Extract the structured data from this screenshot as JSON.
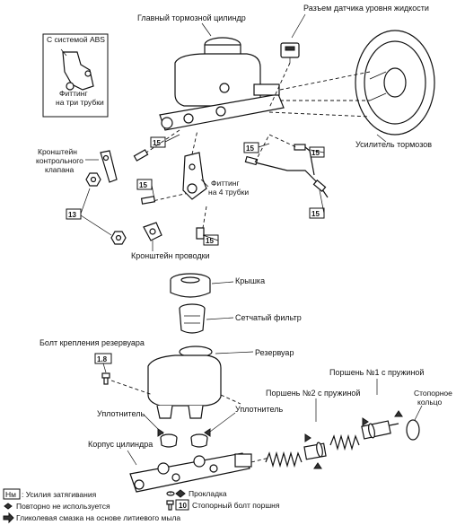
{
  "labels": {
    "master_cylinder": "Главный тормозной цилиндр",
    "fluid_sensor_connector": "Разъем датчика уровня жидкости",
    "abs_system": "С системой ABS",
    "three_pipe_fitting": "Фиттинг\nна три трубки",
    "brake_booster": "Усилитель тормозов",
    "control_valve_bracket": "Кронштейн\nконтрольного\nклапана",
    "four_pipe_fitting": "Фиттинг\nна 4 трубки",
    "wiring_bracket": "Кронштейн проводки",
    "cap": "Крышка",
    "strainer": "Сетчатый фильтр",
    "reservoir_bolt": "Болт крепления резервуара",
    "reservoir": "Резервуар",
    "piston1": "Поршень №1 с пружиной",
    "piston2": "Поршень №2 с пружиной",
    "snap_ring": "Стопорное\nкольцо",
    "seal_left": "Уплотнитель",
    "seal_right": "Уплотнитель",
    "cylinder_body": "Корпус цилиндра",
    "gasket": "Прокладка",
    "piston_stop_bolt": "Стопорный болт поршня"
  },
  "torques": {
    "t1": "15",
    "t2": "15",
    "t3": "15",
    "t4": "13",
    "t5": "15",
    "t6": "15",
    "t7": "15",
    "reservoir_bolt": "1.8",
    "stop_bolt": "10"
  },
  "legend": {
    "unit": "Нм",
    "torque_text": ": Усилия затягивания",
    "not_reused": "Повторно не используется",
    "glycol_grease": "Гликолевая смазка на основе литиевого мыла"
  }
}
